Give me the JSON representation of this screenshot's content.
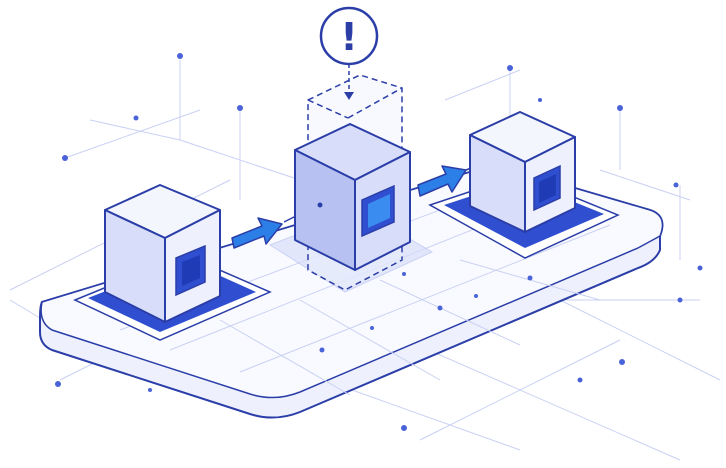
{
  "diagram": {
    "alert_symbol": "!",
    "icons": {
      "alert": "exclamation-circle-icon",
      "flow_arrow": "arrow-right-icon",
      "node": "cube-icon"
    },
    "colors": {
      "outline": "#2b3ea8",
      "accent_blue": "#2f4fd0",
      "arrow_blue": "#2d7fe8",
      "light_fill": "#eef1fd",
      "face_light": "#f4f6fe",
      "face_mid": "#d8defa",
      "face_dark": "#b7c2f3",
      "grid_line": "#c9d1f3",
      "dot": "#4a63d8"
    },
    "nodes": [
      {
        "id": "left",
        "role": "source"
      },
      {
        "id": "middle",
        "role": "highlighted"
      },
      {
        "id": "right",
        "role": "target"
      }
    ]
  }
}
